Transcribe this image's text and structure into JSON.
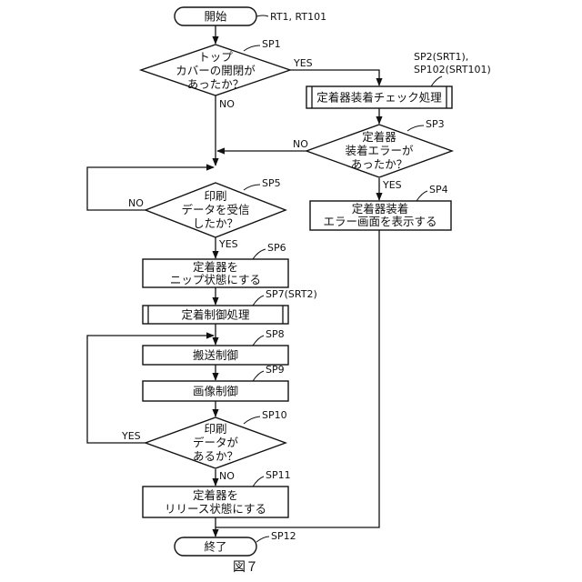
{
  "figure_caption": "図７",
  "nodes": {
    "start": {
      "text": "開始",
      "ref": "RT1, RT101"
    },
    "sp1": {
      "ref": "SP1",
      "lines": [
        "トップ",
        "カバーの開閉が",
        "あったか？"
      ]
    },
    "sp2": {
      "ref_lines": [
        "SP2(SRT1),",
        "SP102(SRT101)"
      ],
      "text": "定着器装着チェック処理"
    },
    "sp3": {
      "ref": "SP3",
      "lines": [
        "定着器",
        "装着エラーが",
        "あったか？"
      ]
    },
    "sp4": {
      "ref": "SP4",
      "lines": [
        "定着器装着",
        "エラー画面を表示する"
      ]
    },
    "sp5": {
      "ref": "SP5",
      "lines": [
        "印刷",
        "データを受信",
        "したか？"
      ]
    },
    "sp6": {
      "ref": "SP6",
      "lines": [
        "定着器を",
        "ニップ状態にする"
      ]
    },
    "sp7": {
      "ref": "SP7(SRT2)",
      "text": "定着制御処理"
    },
    "sp8": {
      "ref": "SP8",
      "text": "搬送制御"
    },
    "sp9": {
      "ref": "SP9",
      "text": "画像制御"
    },
    "sp10": {
      "ref": "SP10",
      "lines": [
        "印刷",
        "データが",
        "あるか？"
      ]
    },
    "sp11": {
      "ref": "SP11",
      "lines": [
        "定着器を",
        "リリース状態にする"
      ]
    },
    "end": {
      "text": "終了",
      "ref": "SP12"
    }
  },
  "edge_labels": {
    "sp1_yes": "YES",
    "sp1_no": "NO",
    "sp3_no": "NO",
    "sp3_yes": "YES",
    "sp5_no": "NO",
    "sp5_yes": "YES",
    "sp10_yes": "YES",
    "sp10_no": "NO"
  }
}
